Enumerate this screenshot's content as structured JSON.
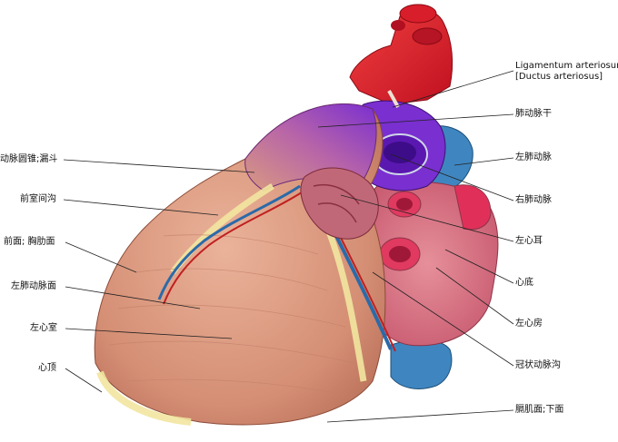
{
  "labels_left": [
    {
      "id": "conus",
      "text": "动脉圆锥;漏斗"
    },
    {
      "id": "interventricular",
      "text": "前室间沟"
    },
    {
      "id": "sternocostal",
      "text": "前面; 胸肋面"
    },
    {
      "id": "pulmonary-surface",
      "text": "左肺动脉面"
    },
    {
      "id": "left-ventricle",
      "text": "左心室"
    },
    {
      "id": "apex",
      "text": "心顶"
    }
  ],
  "labels_right": [
    {
      "id": "ligamentum",
      "text": "Ligamentum arteriosum",
      "text2": "[Ductus arteriosus]"
    },
    {
      "id": "pulmonary-trunk",
      "text": "肺动脉干"
    },
    {
      "id": "left-pulmonary-artery",
      "text": "左肺动脉"
    },
    {
      "id": "right-pulmonary-artery",
      "text": "右肺动脉"
    },
    {
      "id": "left-auricle",
      "text": "左心耳"
    },
    {
      "id": "base",
      "text": "心底"
    },
    {
      "id": "left-atrium",
      "text": "左心房"
    },
    {
      "id": "coronary-sulcus",
      "text": "冠状动脉沟"
    },
    {
      "id": "diaphragmatic",
      "text": "膈肌面;下面"
    }
  ],
  "colors": {
    "aorta": "#e0202a",
    "pulmonary": "#7a2fd0",
    "ventricle": "#d89a80",
    "atrium": "#d9607a",
    "vein": "#3a7fb8",
    "fat": "#f2e6a0"
  }
}
